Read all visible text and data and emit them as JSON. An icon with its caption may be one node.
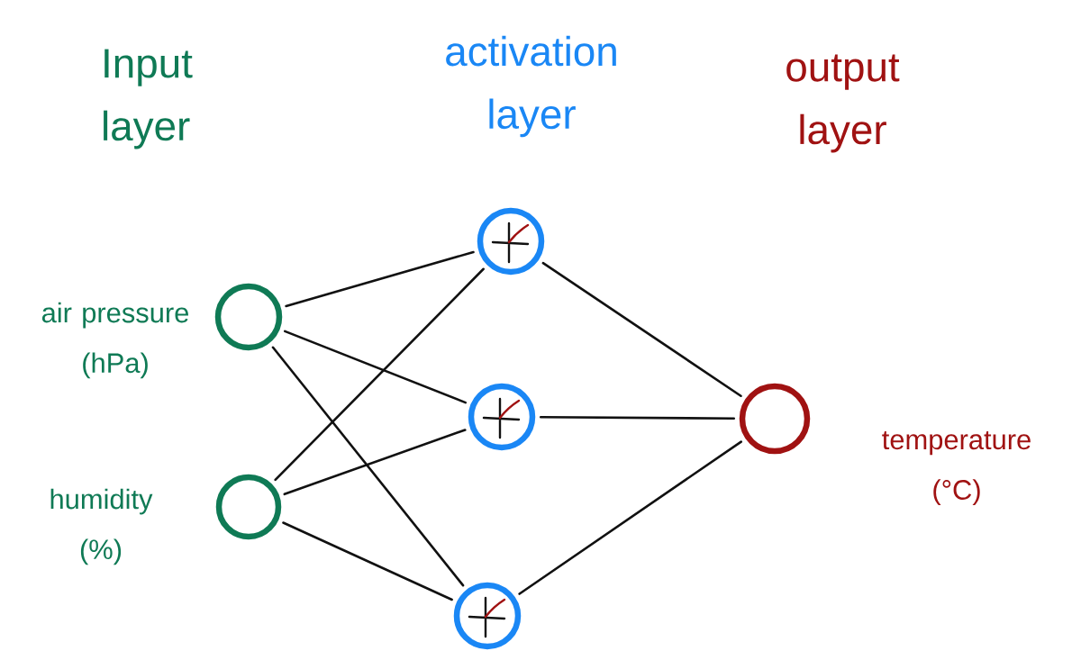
{
  "diagram": {
    "nodes": [
      {
        "text": [],
        "shape": "circle",
        "beside": [
          "air pressure (hPa)"
        ]
      },
      {
        "text": [],
        "shape": "circle",
        "beside": [
          "humidity (%)"
        ]
      },
      {
        "text": [],
        "shape": "circle"
      },
      {
        "text": [],
        "shape": "circle"
      },
      {
        "text": [],
        "shape": "circle"
      },
      {
        "text": [],
        "shape": "circle",
        "beside": [
          "temperature (°C)"
        ]
      }
    ],
    "edges": [
      {
        "from": 0,
        "to": 2,
        "arrow": "none"
      },
      {
        "from": 0,
        "to": 3,
        "arrow": "none"
      },
      {
        "from": 0,
        "to": 4,
        "arrow": "none"
      },
      {
        "from": 1,
        "to": 2,
        "arrow": "none"
      },
      {
        "from": 1,
        "to": 3,
        "arrow": "none"
      },
      {
        "from": 1,
        "to": 4,
        "arrow": "none"
      },
      {
        "from": 2,
        "to": 5,
        "arrow": "none"
      },
      {
        "from": 3,
        "to": 5,
        "arrow": "none"
      },
      {
        "from": 4,
        "to": 5,
        "arrow": "none"
      }
    ],
    "labels": [
      "Input layer",
      "activation layer",
      "output layer"
    ]
  }
}
